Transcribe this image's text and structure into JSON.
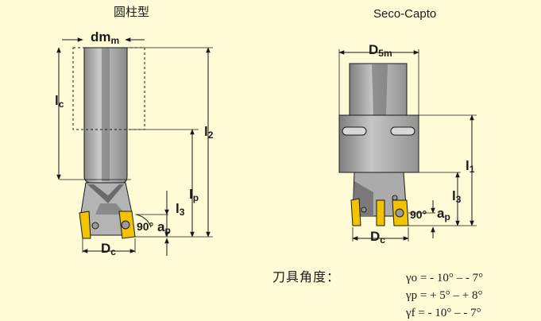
{
  "left_view": {
    "title": "圆柱型",
    "labels": {
      "dm": {
        "main": "dm",
        "sub": "m"
      },
      "lc": {
        "main": "l",
        "sub": "c"
      },
      "l2": {
        "main": "l",
        "sub": "2"
      },
      "lp": {
        "main": "l",
        "sub": "p"
      },
      "l3": {
        "main": "l",
        "sub": "3"
      },
      "ap": {
        "main": "a",
        "sub": "p"
      },
      "angle": "90°",
      "dc": {
        "main": "D",
        "sub": "c"
      }
    }
  },
  "right_view": {
    "title": "Seco-Capto",
    "labels": {
      "d5m": {
        "main": "D",
        "sub": "5m"
      },
      "l1": {
        "main": "l",
        "sub": "1"
      },
      "l3": {
        "main": "l",
        "sub": "3"
      },
      "ap": {
        "main": "a",
        "sub": "p"
      },
      "angle": "90°",
      "dc": {
        "main": "D",
        "sub": "c"
      }
    }
  },
  "cutting_angles": {
    "label": "刀具角度：",
    "lines": [
      "γo = - 10° – - 7°",
      "γp = + 5° – + 8°",
      "γf = - 10° – - 7°"
    ]
  },
  "colors": {
    "background": "#fffbd7",
    "tool_body": "#b7b7b7",
    "tool_dark": "#8e8e8e",
    "insert": "#f2c400",
    "line": "#1a1a1a"
  }
}
